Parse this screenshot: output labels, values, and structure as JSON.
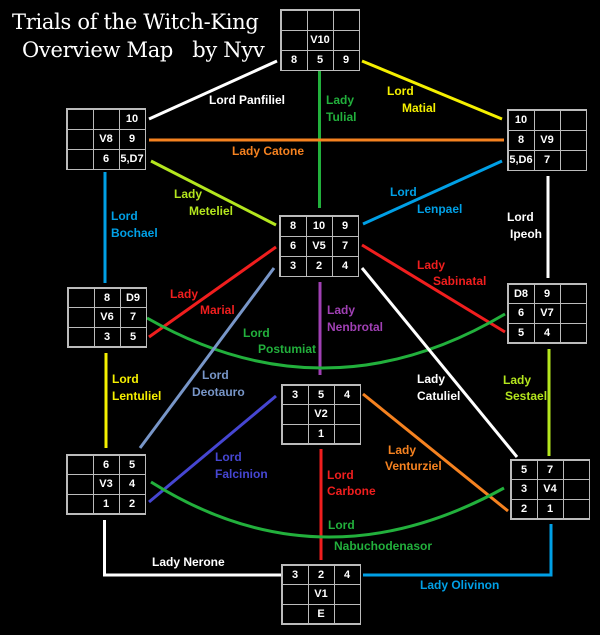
{
  "title": {
    "line1": "Trials of the Witch-King",
    "line2": "Overview Map   by Nyv"
  },
  "rooms": [
    {
      "id": "V10",
      "cells": [
        [
          "",
          "",
          ""
        ],
        [
          "",
          "V10",
          ""
        ],
        [
          "8",
          "5",
          "9"
        ]
      ]
    },
    {
      "id": "V8",
      "cells": [
        [
          "",
          "",
          "10"
        ],
        [
          "",
          "V8",
          "9"
        ],
        [
          "",
          "6",
          "5,D7"
        ]
      ]
    },
    {
      "id": "V9",
      "cells": [
        [
          "10",
          "",
          ""
        ],
        [
          "8",
          "V9",
          ""
        ],
        [
          "5,D6",
          "7",
          ""
        ]
      ]
    },
    {
      "id": "V5",
      "cells": [
        [
          "8",
          "10",
          "9"
        ],
        [
          "6",
          "V5",
          "7"
        ],
        [
          "3",
          "2",
          "4"
        ]
      ]
    },
    {
      "id": "V6",
      "cells": [
        [
          "",
          "8",
          "D9"
        ],
        [
          "",
          "V6",
          "7"
        ],
        [
          "",
          "3",
          "5"
        ]
      ]
    },
    {
      "id": "V7",
      "cells": [
        [
          "D8",
          "9",
          ""
        ],
        [
          "6",
          "V7",
          ""
        ],
        [
          "5",
          "4",
          ""
        ]
      ]
    },
    {
      "id": "V2",
      "cells": [
        [
          "3",
          "5",
          "4"
        ],
        [
          "",
          "V2",
          ""
        ],
        [
          "",
          "1",
          ""
        ]
      ]
    },
    {
      "id": "V3",
      "cells": [
        [
          "",
          "6",
          "5"
        ],
        [
          "",
          "V3",
          "4"
        ],
        [
          "",
          "1",
          "2"
        ]
      ]
    },
    {
      "id": "V4",
      "cells": [
        [
          "5",
          "7",
          ""
        ],
        [
          "3",
          "V4",
          ""
        ],
        [
          "2",
          "1",
          ""
        ]
      ]
    },
    {
      "id": "V1",
      "cells": [
        [
          "3",
          "2",
          "4"
        ],
        [
          "",
          "V1",
          ""
        ],
        [
          "",
          "E",
          ""
        ]
      ]
    }
  ],
  "connections": [
    {
      "lines": [
        "Lord Panfiliel"
      ],
      "color": "#ffffff"
    },
    {
      "lines": [
        "Lady",
        "Tulial"
      ],
      "color": "#22b03c"
    },
    {
      "lines": [
        "Lord",
        "Matial"
      ],
      "color": "#f5f000"
    },
    {
      "lines": [
        "Lady Catone"
      ],
      "color": "#f58220"
    },
    {
      "lines": [
        "Lady",
        "Meteliel"
      ],
      "color": "#b4e61e"
    },
    {
      "lines": [
        "Lord",
        "Lenpael"
      ],
      "color": "#00a0e6"
    },
    {
      "lines": [
        "Lord",
        "Bochael"
      ],
      "color": "#00a0e6"
    },
    {
      "lines": [
        "Lord",
        "Ipeoh"
      ],
      "color": "#ffffff"
    },
    {
      "lines": [
        "Lady",
        "Sabinatal"
      ],
      "color": "#f01e1e"
    },
    {
      "lines": [
        "Lady",
        "Marial"
      ],
      "color": "#f01e1e"
    },
    {
      "lines": [
        "Lady",
        "Nenbrotal"
      ],
      "color": "#a040b4"
    },
    {
      "lines": [
        "Lord",
        "Postumiat"
      ],
      "color": "#22b03c"
    },
    {
      "lines": [
        "Lord",
        "Lentuliel"
      ],
      "color": "#f5f000"
    },
    {
      "lines": [
        "Lord",
        "Deotauro"
      ],
      "color": "#7896c8"
    },
    {
      "lines": [
        "Lady",
        "Catuliel"
      ],
      "color": "#ffffff"
    },
    {
      "lines": [
        "Lady",
        "Sestael"
      ],
      "color": "#b4e61e"
    },
    {
      "lines": [
        "Lord",
        "Falcinion"
      ],
      "color": "#4646d2"
    },
    {
      "lines": [
        "Lady",
        "Venturziel"
      ],
      "color": "#f58220"
    },
    {
      "lines": [
        "Lord",
        "Carbone"
      ],
      "color": "#f01e1e"
    },
    {
      "lines": [
        "Lord",
        "Nabuchodenasor"
      ],
      "color": "#22b03c"
    },
    {
      "lines": [
        "Lady Nerone"
      ],
      "color": "#ffffff"
    },
    {
      "lines": [
        "Lady Olivinon"
      ],
      "color": "#00a0e6"
    }
  ]
}
